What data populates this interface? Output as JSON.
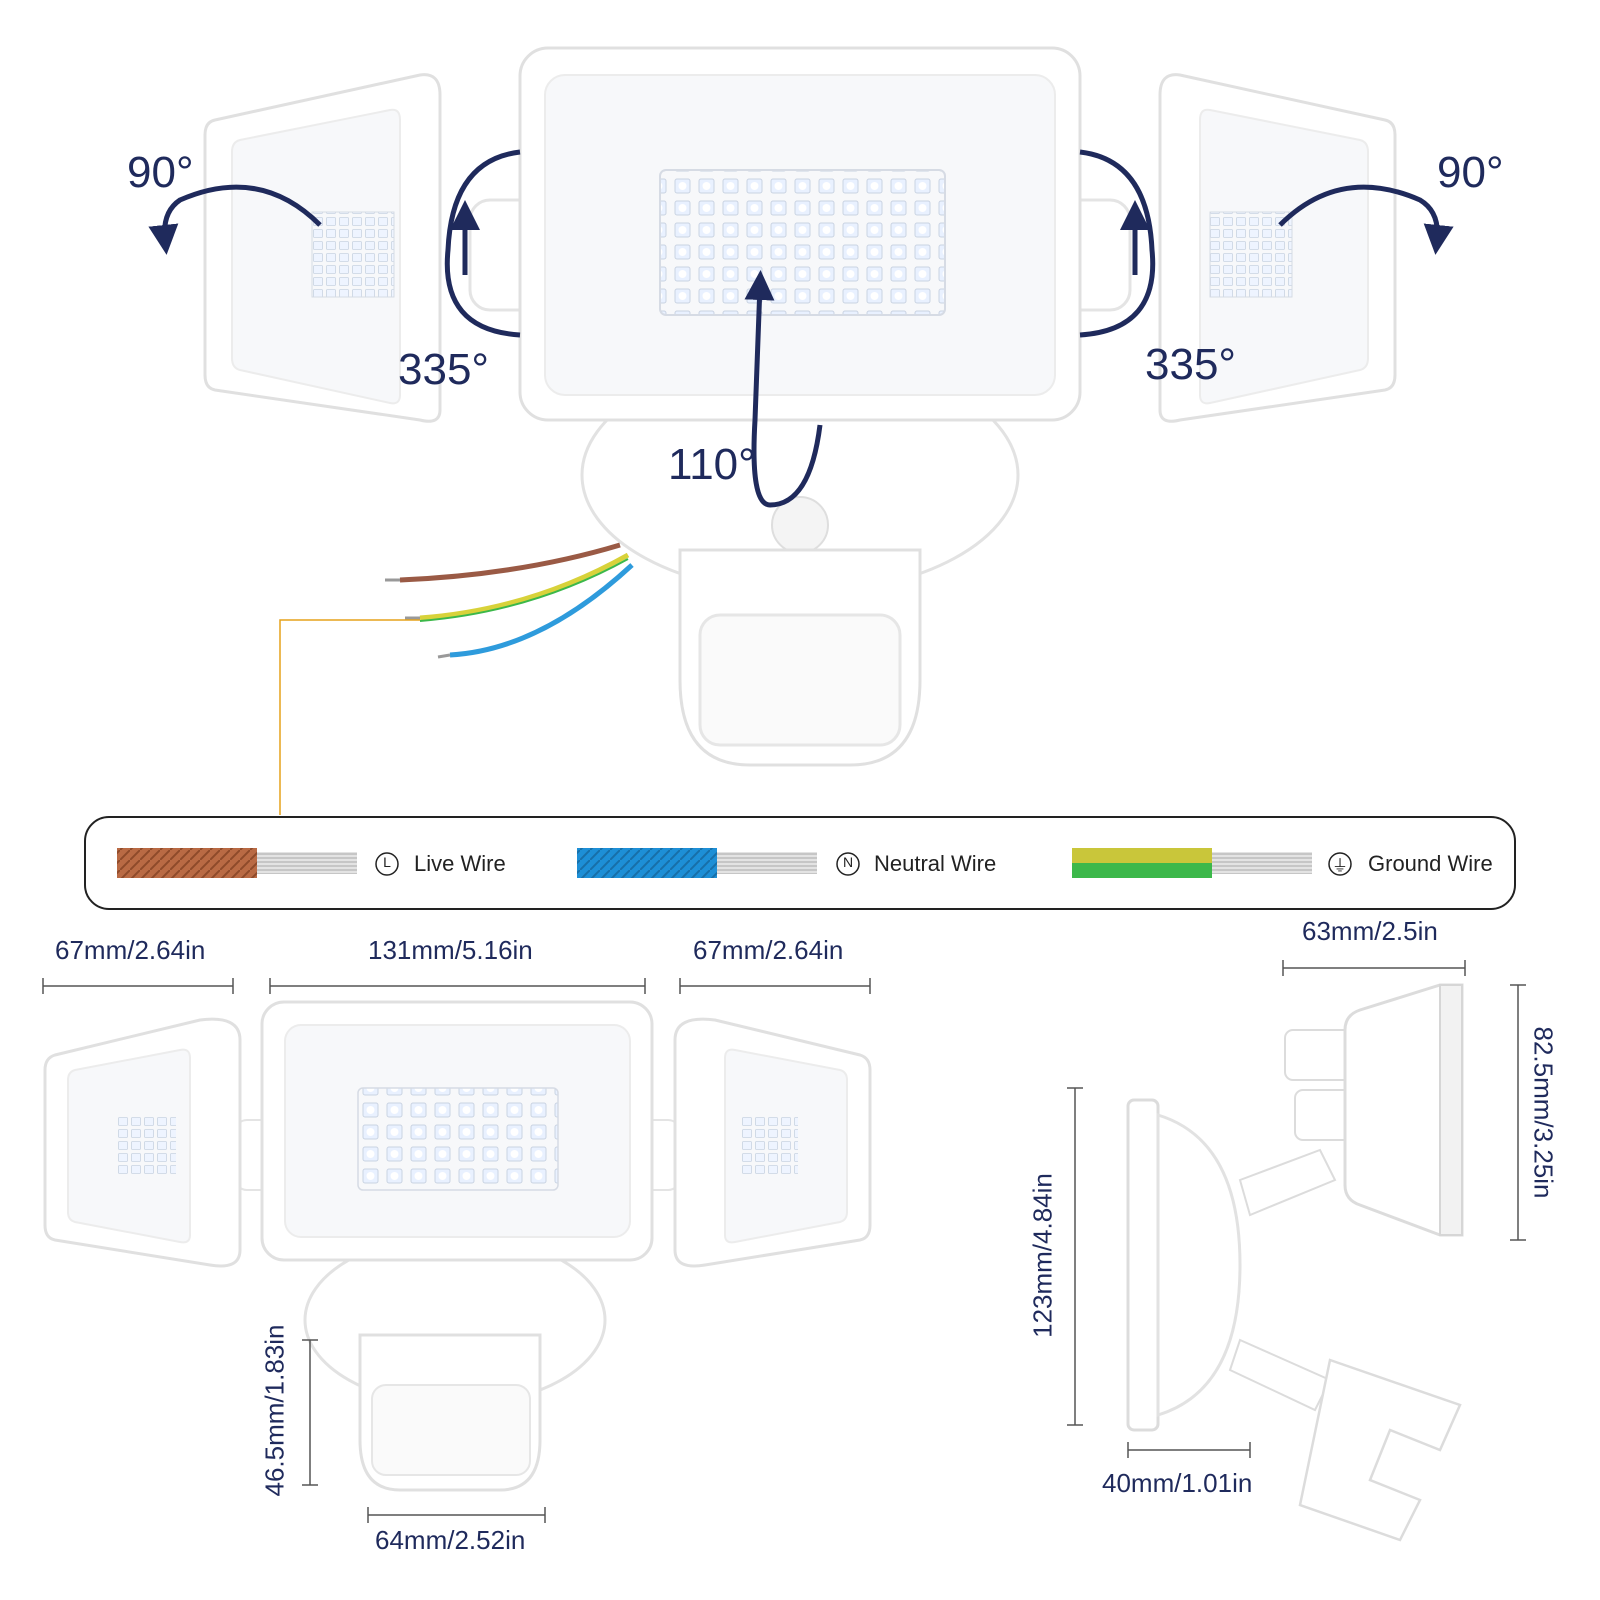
{
  "angles": {
    "left_tilt": "90°",
    "left_rotate": "335°",
    "center_tilt": "110°",
    "right_rotate": "335°",
    "right_tilt": "90°"
  },
  "legend": {
    "items": [
      {
        "symbol": "L",
        "label": "Live Wire",
        "color": "#b96a44"
      },
      {
        "symbol": "N",
        "label": "Neutral Wire",
        "color": "#1d8fd6"
      },
      {
        "symbol": "⏚",
        "label": "Ground Wire",
        "color": "#a9c93a"
      }
    ]
  },
  "dimensions": {
    "left_width": "67mm/2.64in",
    "center_width": "131mm/5.16in",
    "right_width": "67mm/2.64in",
    "sensor_height": "46.5mm/1.83in",
    "sensor_width": "64mm/2.52in",
    "side_depth": "63mm/2.5in",
    "side_head_height": "82.5mm/3.25in",
    "side_total_height": "123mm/4.84in",
    "base_depth": "40mm/1.01in"
  },
  "colors": {
    "arrow": "#1f2a5c",
    "live": "#b96a44",
    "neutral": "#1d8fd6",
    "ground_yellow": "#d8d23a",
    "ground_green": "#3cb84a",
    "leader": "#e5a21a"
  }
}
